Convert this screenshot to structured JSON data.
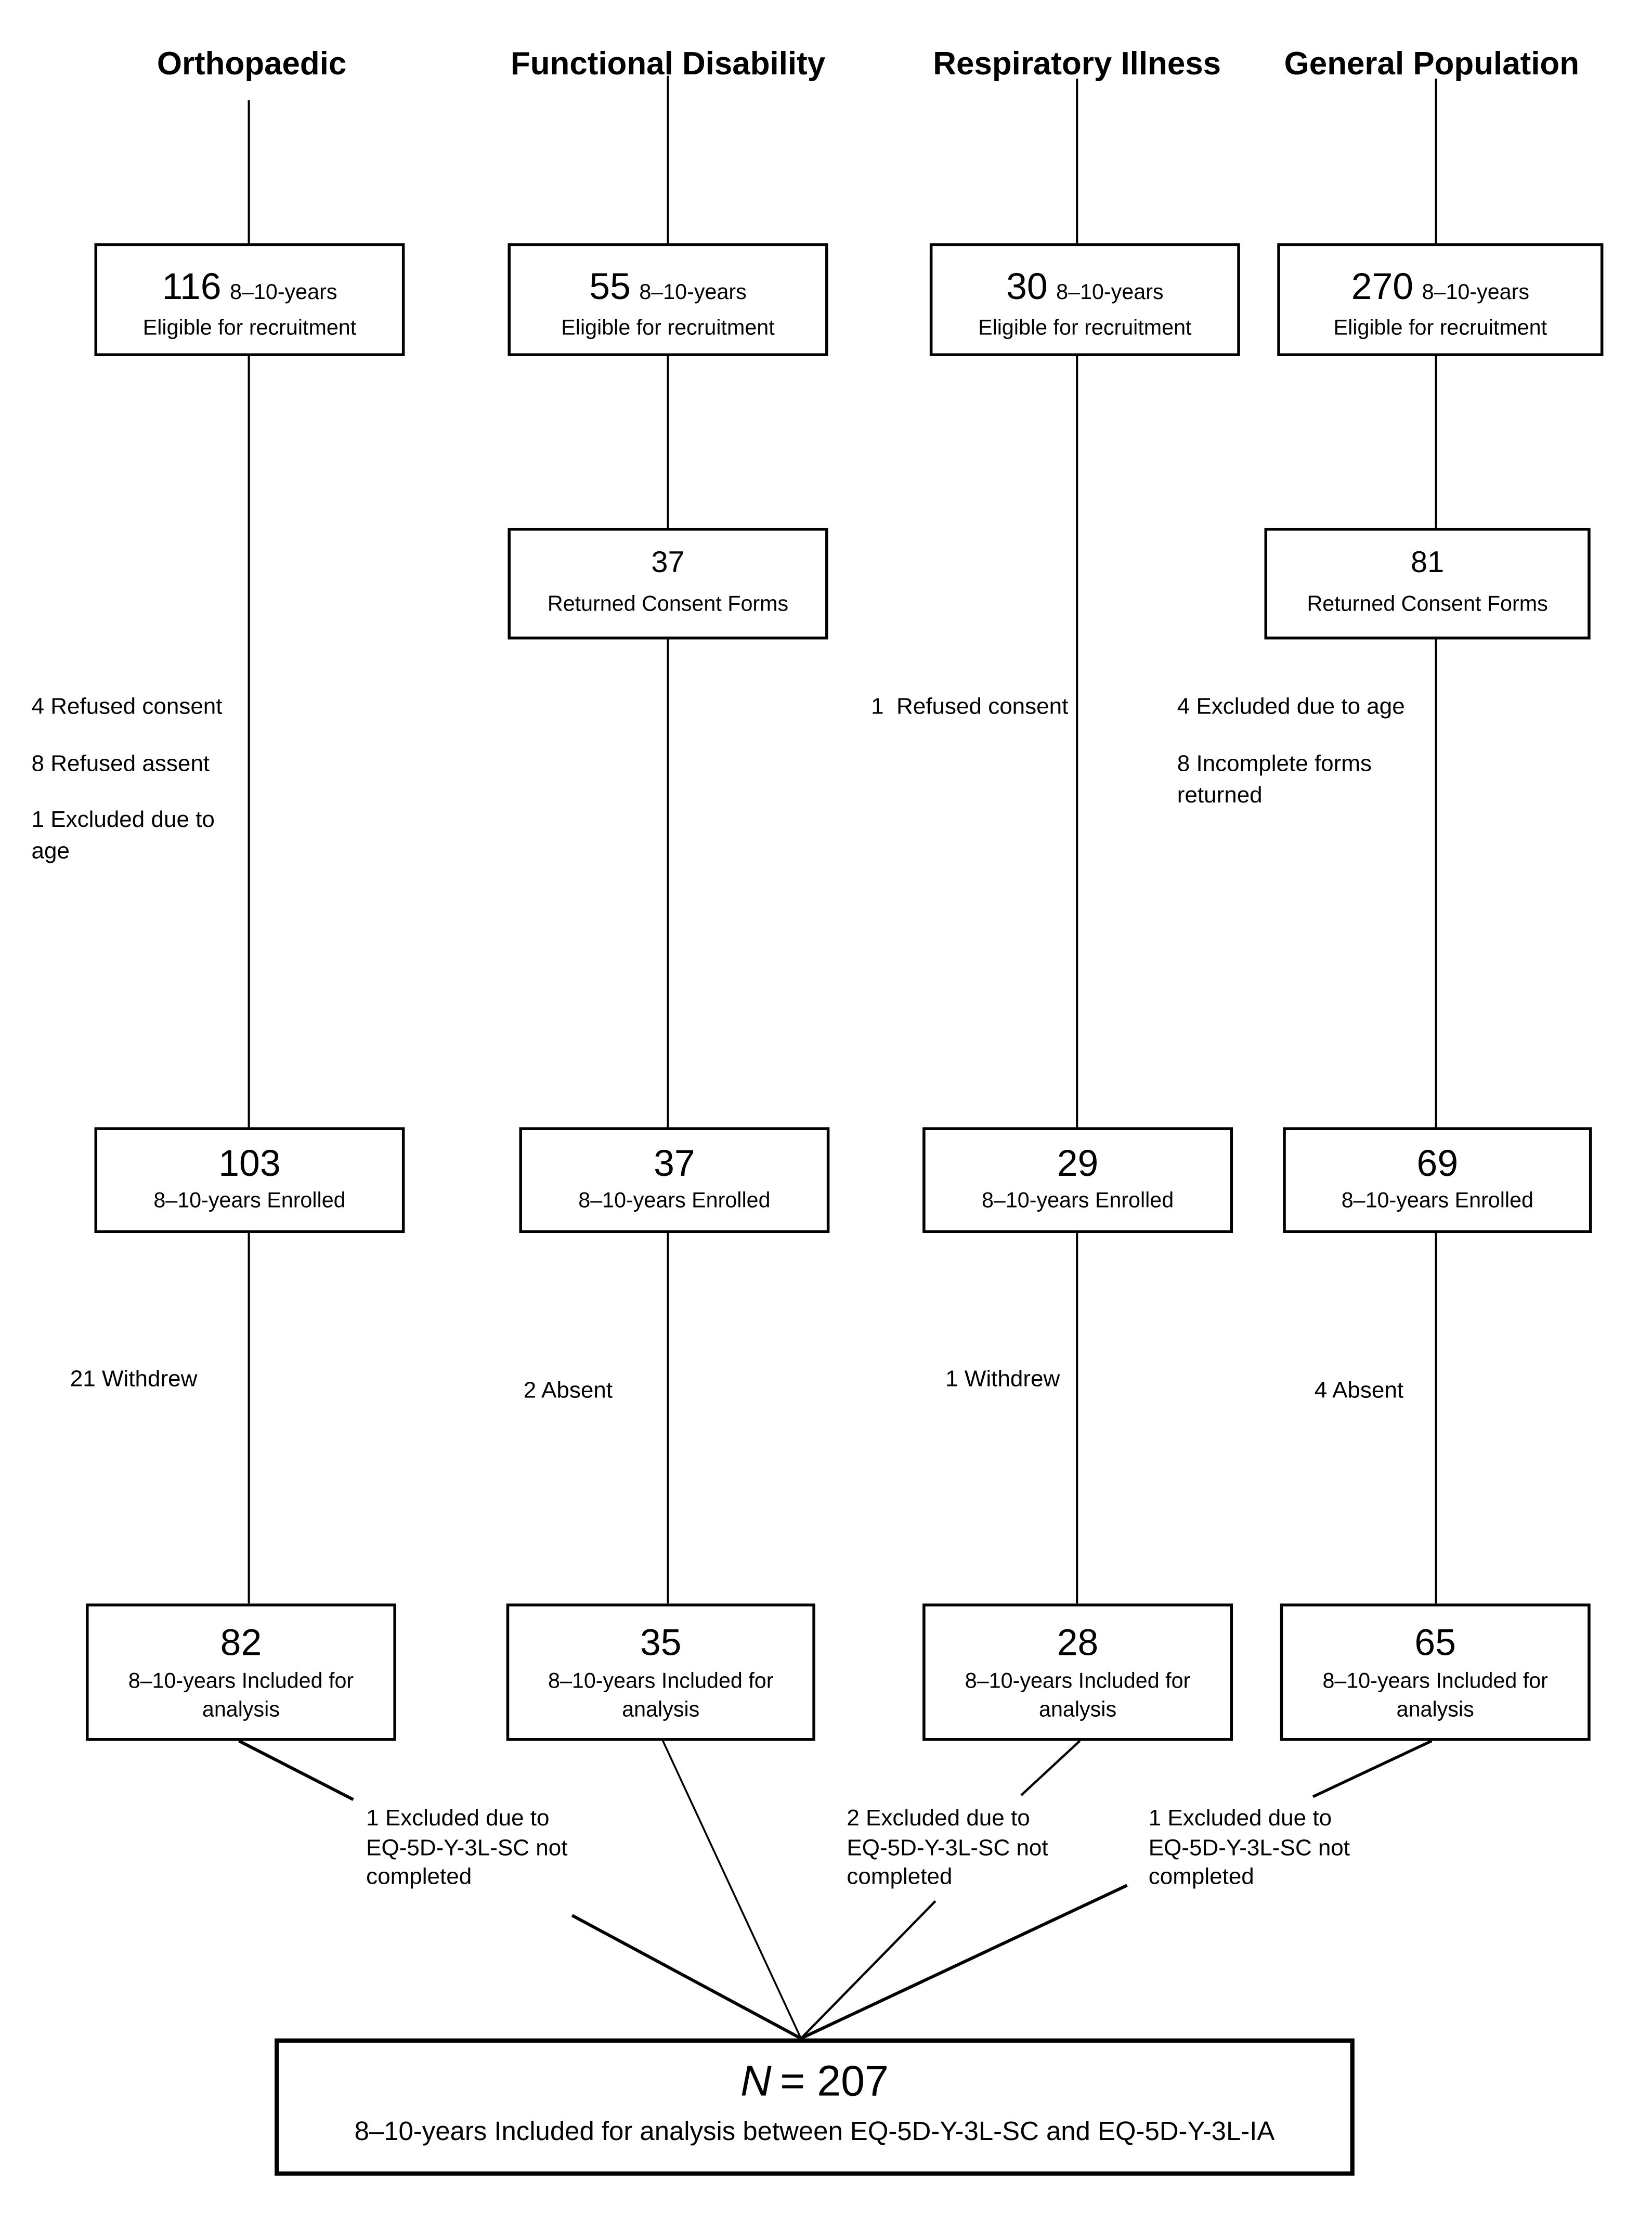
{
  "style": {
    "ink": "#000000",
    "paper": "#ffffff"
  },
  "cols": [
    {
      "header": "Orthopaedic",
      "eligible": {
        "count": "116",
        "suffix": "8–10-years",
        "label": "Eligible for recruitment"
      },
      "side_notes": [
        "4 Refused consent",
        "8 Refused assent"
      ],
      "side_note_wrap": [
        "1 Excluded due to",
        "age"
      ],
      "enrolled": {
        "count": "103",
        "label": "8–10-years Enrolled"
      },
      "withdrew_note": "21 Withdrew",
      "included": {
        "count": "82",
        "label_lines": [
          "8–10-years Included for",
          "analysis"
        ]
      },
      "excluded_note_lines": [
        "1 Excluded due to",
        "EQ-5D-Y-3L-SC not",
        "completed"
      ]
    },
    {
      "header": "Functional Disability",
      "eligible": {
        "count": "55",
        "suffix": "8–10-years",
        "label": "Eligible for recruitment"
      },
      "consent": {
        "count": "37",
        "label": "Returned Consent Forms"
      },
      "enrolled": {
        "count": "37",
        "label": "8–10-years Enrolled"
      },
      "withdrew_note": "2 Absent",
      "included": {
        "count": "35",
        "label_lines": [
          "8–10-years Included for",
          "analysis"
        ]
      }
    },
    {
      "header": "Respiratory Illness",
      "eligible": {
        "count": "30",
        "suffix": "8–10-years",
        "label": "Eligible for recruitment"
      },
      "side_notes": [
        "1  Refused consent"
      ],
      "enrolled": {
        "count": "29",
        "label": "8–10-years Enrolled"
      },
      "withdrew_note": "1 Withdrew",
      "included": {
        "count": "28",
        "label_lines": [
          "8–10-years Included for",
          "analysis"
        ]
      },
      "excluded_note_lines": [
        "2 Excluded due to",
        "EQ-5D-Y-3L-SC not",
        "completed"
      ]
    },
    {
      "header": "General Population",
      "eligible": {
        "count": "270",
        "suffix": "8–10-years",
        "label": "Eligible for recruitment"
      },
      "consent": {
        "count": "81",
        "label": "Returned Consent Forms"
      },
      "side_notes": [
        "4 Excluded due to age"
      ],
      "side_note_wrap": [
        "8 Incomplete forms",
        "returned"
      ],
      "enrolled": {
        "count": "69",
        "label": "8–10-years Enrolled"
      },
      "withdrew_note": "4 Absent",
      "included": {
        "count": "65",
        "label_lines": [
          "8–10-years Included for",
          "analysis"
        ]
      },
      "excluded_note_lines": [
        "1 Excluded due to",
        "EQ-5D-Y-3L-SC not",
        "completed"
      ]
    }
  ],
  "final_box": {
    "n_symbol": "N",
    "n_rest": "= 207",
    "label": "8–10-years Included for analysis between EQ-5D-Y-3L-SC and EQ-5D-Y-3L-IA"
  }
}
